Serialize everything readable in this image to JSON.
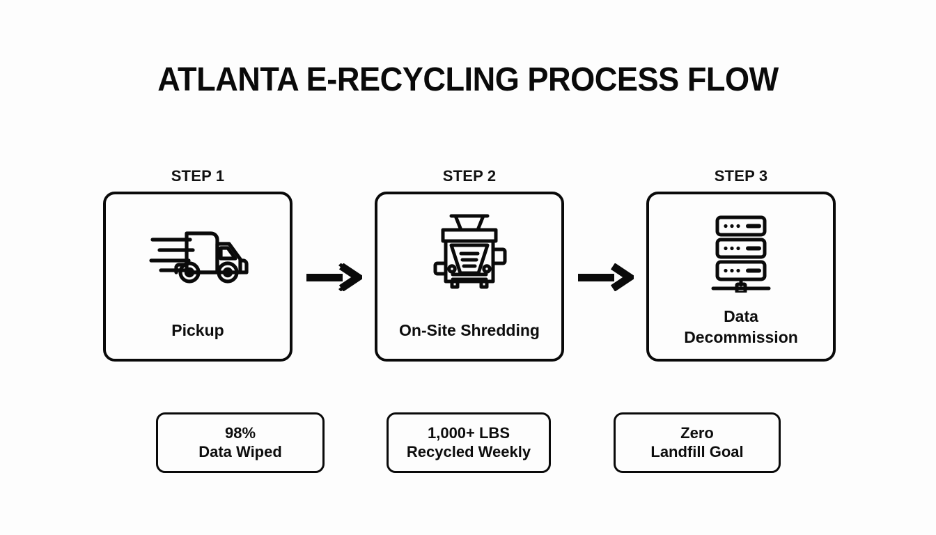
{
  "title": "ATLANTA E-RECYCLING PROCESS FLOW",
  "theme": {
    "background": "#fdfdfd",
    "ink": "#0a0a0a",
    "stroke": "#0a0a0a"
  },
  "steps": [
    {
      "label": "STEP 1",
      "caption": "Pickup",
      "icon": "delivery-truck-icon"
    },
    {
      "label": "STEP 2",
      "caption": "On-Site Shredding",
      "icon": "shredder-machine-icon"
    },
    {
      "label": "STEP 3",
      "caption": "Data\nDecommission",
      "icon": "server-rack-icon"
    }
  ],
  "connectors": [
    {
      "icon": "arrow-right-icon"
    },
    {
      "icon": "arrow-right-icon"
    }
  ],
  "stats": [
    {
      "value": "98%",
      "description": "Data Wiped"
    },
    {
      "value": "1,000+ LBS",
      "description": "Recycled Weekly"
    },
    {
      "value": "Zero",
      "description": "Landfill Goal"
    }
  ]
}
